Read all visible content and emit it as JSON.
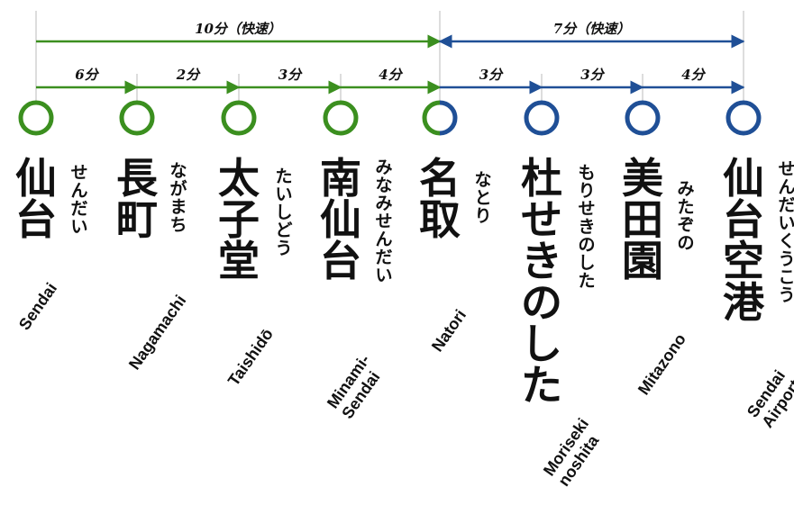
{
  "colors": {
    "green": "#3b8f1f",
    "blue": "#1f4f96",
    "guide": "#bbbbbb",
    "text": "#111111"
  },
  "express": [
    {
      "label": "10分（快速）",
      "color": "green",
      "from": 0,
      "to": 4
    },
    {
      "label": "7分（快速）",
      "color": "blue",
      "from": 4,
      "to": 7
    }
  ],
  "segments": [
    {
      "label": "6分",
      "color": "green",
      "from": 0,
      "to": 1
    },
    {
      "label": "2分",
      "color": "green",
      "from": 1,
      "to": 2
    },
    {
      "label": "3分",
      "color": "green",
      "from": 2,
      "to": 3
    },
    {
      "label": "4分",
      "color": "green",
      "from": 3,
      "to": 4
    },
    {
      "label": "3分",
      "color": "blue",
      "from": 4,
      "to": 5
    },
    {
      "label": "3分",
      "color": "blue",
      "from": 5,
      "to": 6
    },
    {
      "label": "4分",
      "color": "blue",
      "from": 6,
      "to": 7
    }
  ],
  "stations": [
    {
      "kanji": "仙台",
      "kana": "せんだい",
      "romaji": [
        "Sendai"
      ],
      "color": "green"
    },
    {
      "kanji": "長町",
      "kana": "ながまち",
      "romaji": [
        "Nagamachi"
      ],
      "color": "green"
    },
    {
      "kanji": "太子堂",
      "kana": "たいしどう",
      "romaji": [
        "Taishidō"
      ],
      "color": "green"
    },
    {
      "kanji": "南仙台",
      "kana": "みなみせんだい",
      "romaji": [
        "Minami-",
        "Sendai"
      ],
      "color": "green"
    },
    {
      "kanji": "名取",
      "kana": "なとり",
      "romaji": [
        "Natori"
      ],
      "color": "split"
    },
    {
      "kanji": "杜せきのした",
      "kana": "もりせきのした",
      "romaji": [
        "Moriseki",
        "noshita"
      ],
      "color": "blue"
    },
    {
      "kanji": "美田園",
      "kana": "みたぞの",
      "romaji": [
        "Mitazono"
      ],
      "color": "blue"
    },
    {
      "kanji": "仙台空港",
      "kana": "せんだいくうこう",
      "romaji": [
        "Sendai",
        "Airport"
      ],
      "color": "blue"
    }
  ]
}
